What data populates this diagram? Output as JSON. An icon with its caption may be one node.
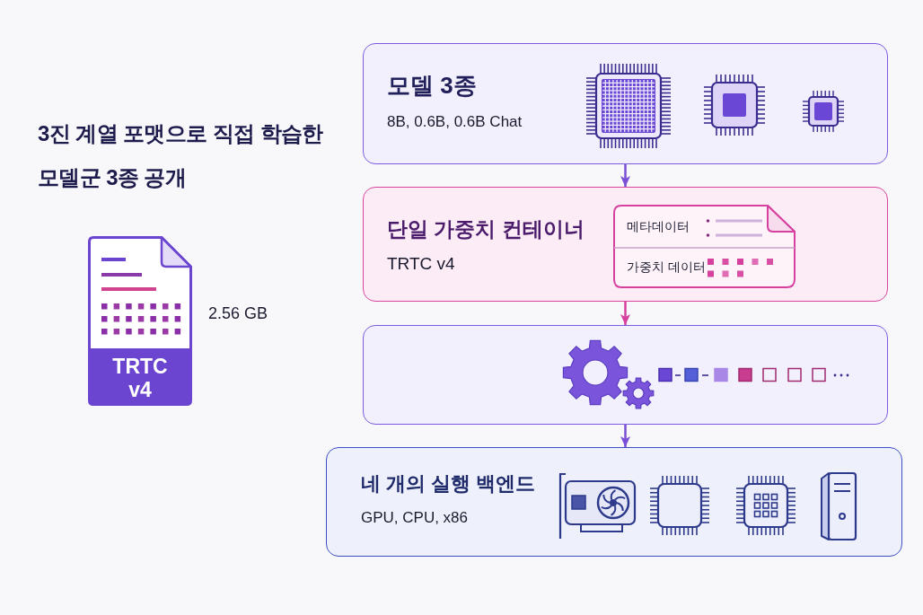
{
  "diagram": {
    "title": "3진 계열 포맷으로 직접 학습한 모델군 3종 공개",
    "nodes": [
      {
        "text": [
          "TRTC v4"
        ],
        "beside": [
          "2.56 GB"
        ]
      },
      {
        "text": [
          "모델 3종",
          "8B, 0.6B, 0.6B Chat"
        ]
      },
      {
        "text": [
          "단일 가중치 컨테이너",
          "TRTC v4"
        ]
      },
      {
        "text": [
          "메타데이터",
          "가중치 데이터"
        ],
        "in": 2
      },
      {
        "text": [],
        "shape": "box"
      },
      {
        "text": [
          "네 개의 실행 백엔드",
          "GPU, CPU, x86"
        ]
      }
    ],
    "edges": [
      {
        "from": 1,
        "to": 2,
        "arrow": "to"
      },
      {
        "from": 2,
        "to": 4,
        "arrow": "to",
        "color": "#d6409f"
      },
      {
        "from": 4,
        "to": 5,
        "arrow": "to"
      }
    ]
  }
}
